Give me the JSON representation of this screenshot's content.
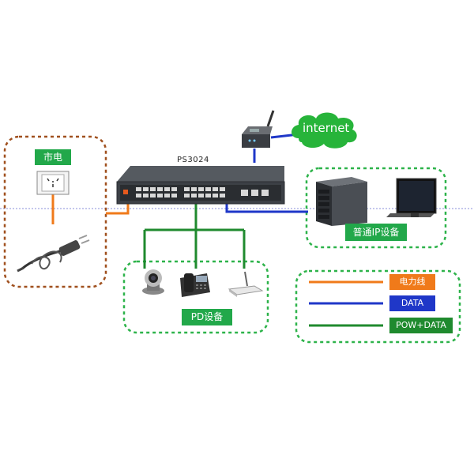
{
  "switch_label": "PS3024",
  "internet_label": "internet",
  "power_group": {
    "label": "市电"
  },
  "ip_group": {
    "label": "普通IP设备"
  },
  "pd_group": {
    "label": "PD设备"
  },
  "legend": [
    {
      "label": "电力线",
      "color": "#f07a1a"
    },
    {
      "label": "DATA",
      "color": "#1f37c8"
    },
    {
      "label": "POW+DATA",
      "color": "#1f8a2e"
    }
  ],
  "colors": {
    "power": "#f07a1a",
    "data": "#1f37c8",
    "poe": "#1f8a2e",
    "border_orange": "#a0501e",
    "border_green": "#2db34a"
  }
}
